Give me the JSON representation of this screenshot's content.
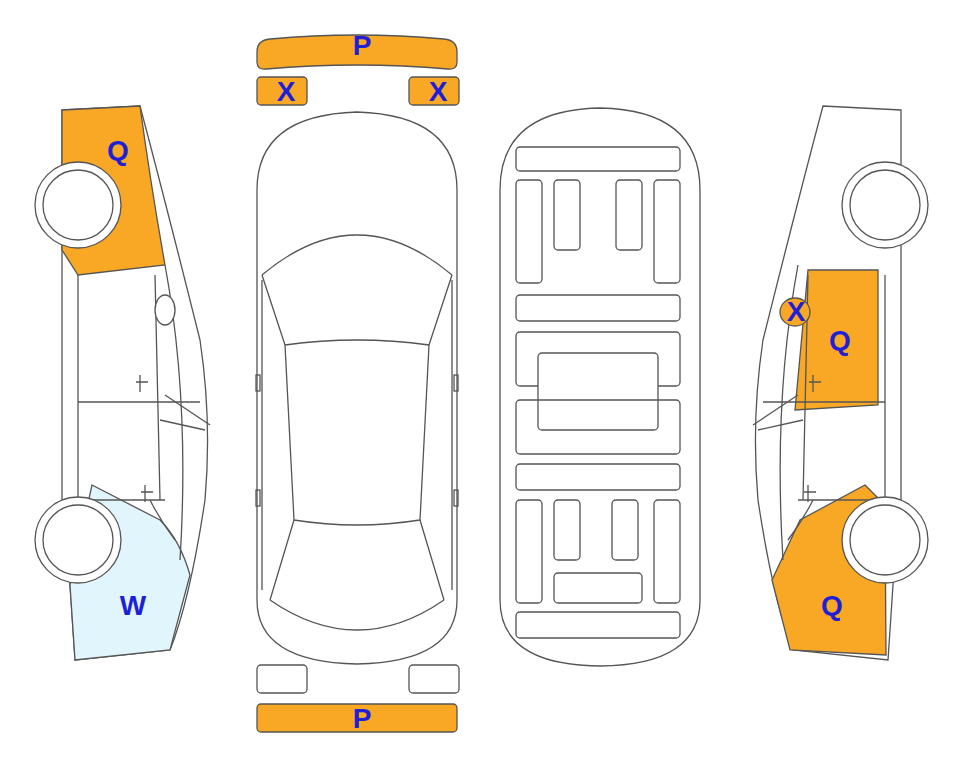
{
  "diagram": {
    "labels": [
      "P",
      "X",
      "X",
      "Q",
      "X",
      "Q",
      "W",
      "Q",
      "P"
    ]
  }
}
